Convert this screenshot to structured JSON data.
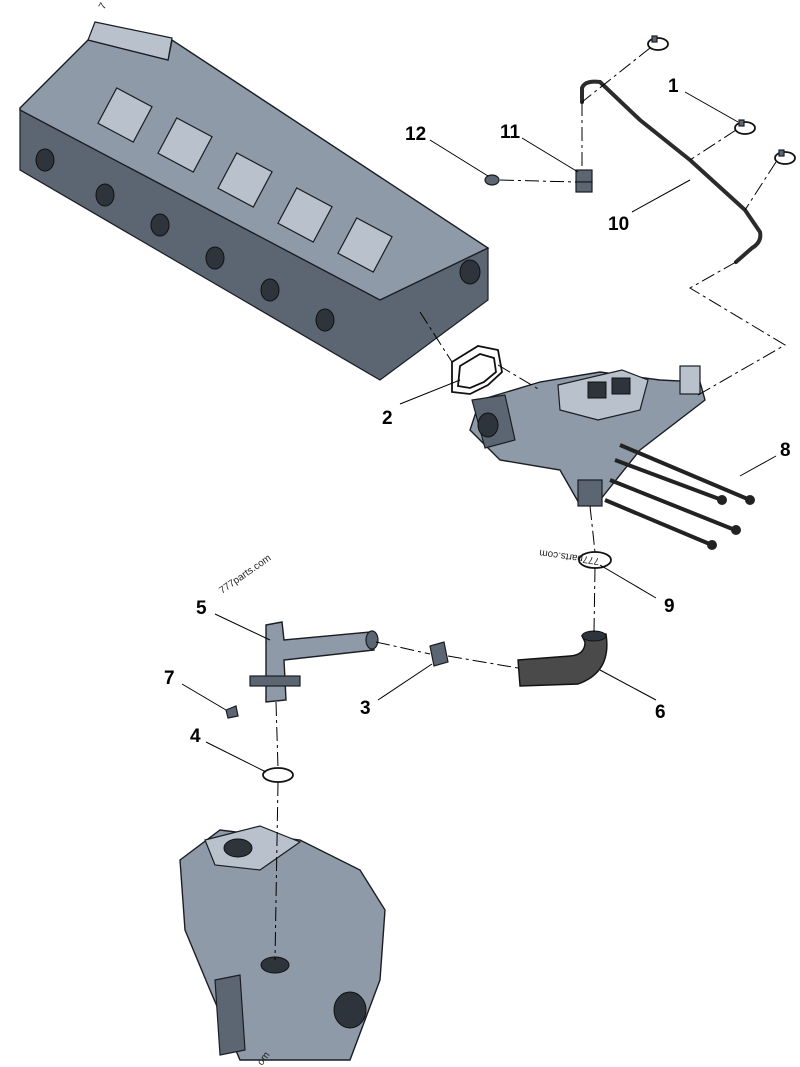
{
  "callouts": [
    "1",
    "2",
    "3",
    "4",
    "5",
    "6",
    "7",
    "8",
    "9",
    "10",
    "11",
    "12"
  ],
  "watermarks": {
    "top_left": "7",
    "right": "777parts.com",
    "left": "777parts.com",
    "bottom": "om"
  },
  "colors": {
    "metal": "#8f9aa8",
    "rubber": "#4a4a4a",
    "line": "#000000"
  }
}
